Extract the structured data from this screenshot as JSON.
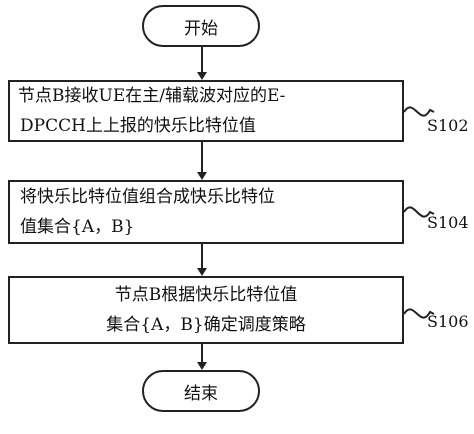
{
  "flowchart": {
    "start": "开始",
    "end": "结束",
    "steps": [
      {
        "line1": "节点B接收UE在主/辅载波对应的E-",
        "line2": "DPCCH上上报的快乐比特位值",
        "label": "S102"
      },
      {
        "line1": "将快乐比特位值组合成快乐比特位",
        "line2": "值集合{A，B}",
        "label": "S104"
      },
      {
        "line1": "节点B根据快乐比特位值",
        "line2": "集合{A，B}确定调度策略",
        "label": "S106"
      }
    ]
  }
}
